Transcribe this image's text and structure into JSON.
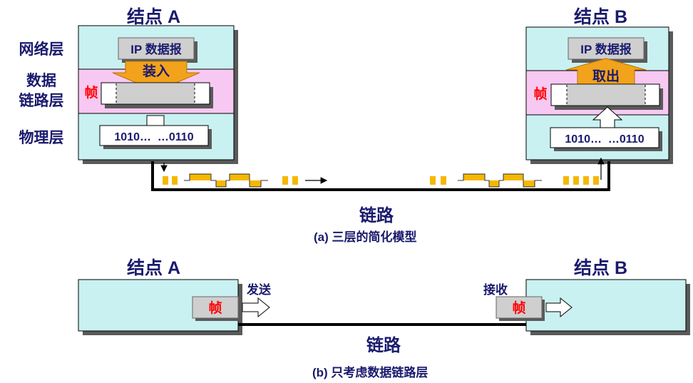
{
  "colors": {
    "node_fill": "#c9f1f1",
    "datalink_fill": "#f7c8f2",
    "arrow_orange": "#f2a31b",
    "bit_orange": "#f5b800",
    "label_navy": "#1a1a6e",
    "frame_red": "#ff0000"
  },
  "part_a": {
    "node_a_title": "结点 A",
    "node_b_title": "结点 B",
    "layers": {
      "network": "网络层",
      "datalink_line1": "数据",
      "datalink_line2": "链路层",
      "physical": "物理层"
    },
    "ip_datagram": "IP 数据报",
    "encapsulate": "装入",
    "decapsulate": "取出",
    "frame": "帧",
    "bits_left": "1010…  …0110",
    "bits_right": "1010…  …0110",
    "link_label": "链路",
    "caption": "(a) 三层的简化模型"
  },
  "part_b": {
    "node_a_title": "结点 A",
    "node_b_title": "结点 B",
    "send": "发送",
    "receive": "接收",
    "frame": "帧",
    "link_label": "链路",
    "caption": "(b) 只考虑数据链路层"
  }
}
